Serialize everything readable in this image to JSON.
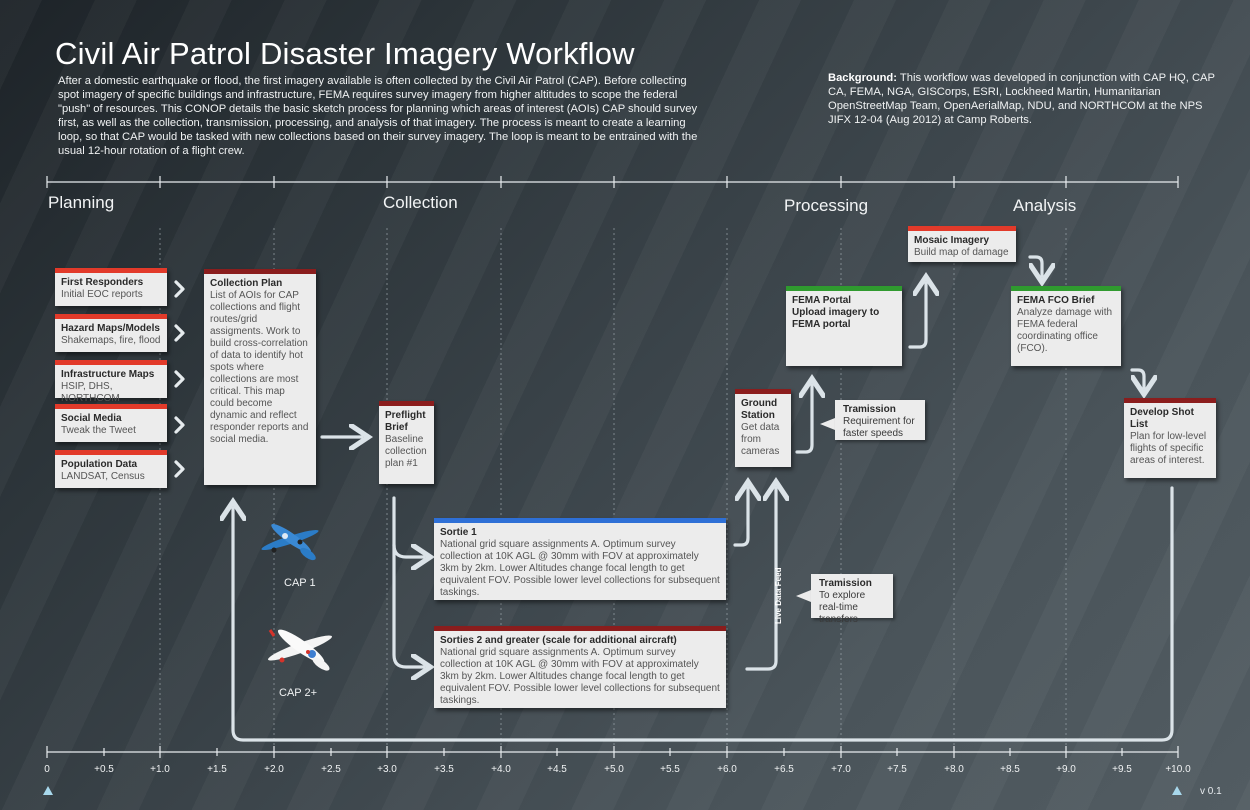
{
  "header": {
    "title": "Civil Air Patrol Disaster Imagery Workflow",
    "intro": "After a domestic earthquake or flood, the first imagery available is often collected by the Civil Air Patrol (CAP). Before collecting spot imagery of specific buildings and infrastructure, FEMA requires survey imagery from higher altitudes to scope the federal \"push\" of resources. This CONOP details the basic sketch process for planning which areas of interest (AOIs) CAP should survey first, as well as the collection, transmission, processing, and analysis of that imagery. The process is meant to create a learning loop, so that CAP would be tasked with new collections based on their survey imagery. The loop is meant to be entrained with the usual 12-hour rotation of a flight crew.",
    "background_label": "Background:",
    "background_text": " This workflow was developed in conjunction with CAP HQ, CAP CA, FEMA, NGA, GISCorps, ESRI, Lockheed Martin, Humanitarian OpenStreetMap Team, OpenAerialMap, NDU, and NORTHCOM at the NPS JIFX 12-04 (Aug 2012) at Camp Roberts."
  },
  "phases": {
    "planning": "Planning",
    "collection": "Collection",
    "processing": "Processing",
    "analysis": "Analysis"
  },
  "timeline": {
    "ticks": [
      "0",
      "+0.5",
      "+1.0",
      "+1.5",
      "+2.0",
      "+2.5",
      "+3.0",
      "+3.5",
      "+4.0",
      "+4.5",
      "+5.0",
      "+5.5",
      "+6.0",
      "+6.5",
      "+7.0",
      "+7.5",
      "+8.0",
      "+8.5",
      "+9.0",
      "+9.5",
      "+10.0"
    ],
    "version": "v 0.1"
  },
  "inputs": [
    {
      "title": "First Responders",
      "body": "Initial EOC reports"
    },
    {
      "title": "Hazard Maps/Models",
      "body": "Shakemaps, fire, flood"
    },
    {
      "title": "Infrastructure Maps",
      "body": "HSIP, DHS, NORTHCOM"
    },
    {
      "title": "Social Media",
      "body": "Tweak the Tweet"
    },
    {
      "title": "Population Data",
      "body": "LANDSAT, Census"
    }
  ],
  "collection_plan": {
    "title": "Collection Plan",
    "body": "List of AOIs for CAP collections and flight routes/grid assigments. Work to build cross-correlation of data to identify hot spots where collections are most critical. This map could become dynamic and reflect responder reports and social media."
  },
  "preflight": {
    "title": "Preflight Brief",
    "body": "Baseline collection plan #1"
  },
  "sortie1": {
    "title": "Sortie 1",
    "body": "National grid square assignments A. Optimum survey collection at 10K AGL @ 30mm with FOV at approximately 3km  by 2km. Lower Altitudes change focal length to get equivalent FOV.  Possible lower level collections for subsequent taskings."
  },
  "sortie2": {
    "title": "Sorties 2 and greater (scale for additional aircraft)",
    "body": "National grid square assignments A. Optimum survey collection at 10K AGL @ 30mm with FOV at approximately 3km  by 2km. Lower Altitudes change focal length to get equivalent FOV.  Possible lower level collections for subsequent taskings."
  },
  "planes": {
    "cap1": "CAP 1",
    "cap2": "CAP  2+"
  },
  "ground_station": {
    "title": "Ground Station",
    "body": "Get data from cameras"
  },
  "fema_portal": {
    "title": "FEMA Portal",
    "body": "Upload imagery to FEMA portal"
  },
  "mosaic": {
    "title": "Mosaic Imagery",
    "body": "Build map of damage"
  },
  "fema_fco": {
    "title": "FEMA FCO Brief",
    "body": "Analyze damage with FEMA federal coordinating office (FCO)."
  },
  "shot_list": {
    "title": "Develop Shot List",
    "body": "Plan for low-level flights of specific areas of interest."
  },
  "transmission_upper": {
    "title": "Tramission",
    "body": "Requirement for faster speeds"
  },
  "transmission_lower": {
    "title": "Tramission",
    "body": "To explore real-time transfers"
  },
  "live_data_feed": "Live Data Feed",
  "colors": {
    "arrow": "#dbe3e8",
    "accent_yellow": "#ffd11e",
    "accent_red": "#d52b1e",
    "accent_green": "#55c13a",
    "accent_blue": "#5aa8f0"
  }
}
